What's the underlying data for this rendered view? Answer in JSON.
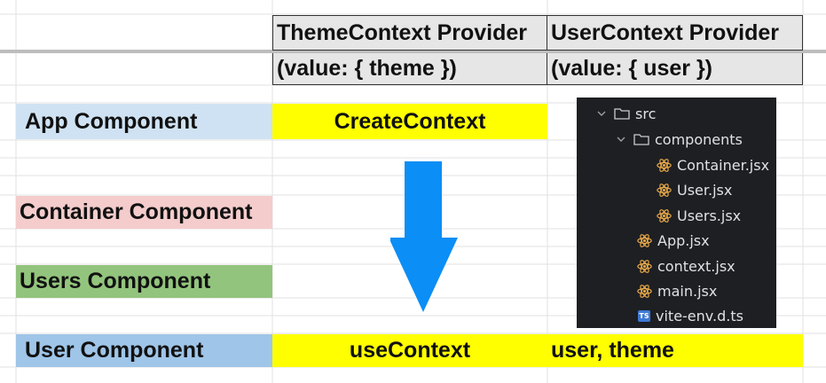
{
  "header": {
    "theme_provider": "ThemeContext Provider",
    "user_provider": "UserContext Provider",
    "theme_value": "(value: { theme })",
    "user_value": "(value: { user })"
  },
  "components": {
    "app": "App Component",
    "container": "Container Component",
    "users": "Users Component",
    "user": "User Component"
  },
  "center": {
    "create_context": "CreateContext",
    "use_context": "useContext",
    "user_theme": "user, theme"
  },
  "colors": {
    "app": "#cfe2f3",
    "container": "#f4cccc",
    "users": "#93c47d",
    "user": "#9fc5e8",
    "highlight": "#ffff00",
    "arrow": "#0b8ef5",
    "tree_bg": "#1e1f22",
    "react_icon": "#e8a94a"
  },
  "file_tree": {
    "items": [
      {
        "name": "src",
        "icon": "folder-icon"
      },
      {
        "name": "components",
        "icon": "folder-icon"
      },
      {
        "name": "Container.jsx",
        "icon": "react-icon"
      },
      {
        "name": "User.jsx",
        "icon": "react-icon"
      },
      {
        "name": "Users.jsx",
        "icon": "react-icon"
      },
      {
        "name": "App.jsx",
        "icon": "react-icon"
      },
      {
        "name": "context.jsx",
        "icon": "react-icon"
      },
      {
        "name": "main.jsx",
        "icon": "react-icon"
      },
      {
        "name": "vite-env.d.ts",
        "icon": "ts-icon",
        "badge": "TS"
      }
    ]
  }
}
